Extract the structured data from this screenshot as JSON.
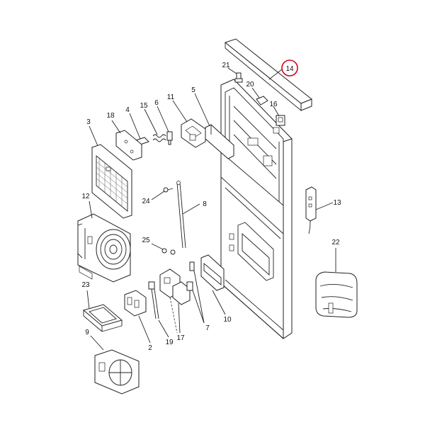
{
  "diagram": {
    "callouts": [
      {
        "id": "14",
        "label": "14",
        "highlighted": true
      },
      {
        "id": "21",
        "label": "21"
      },
      {
        "id": "20",
        "label": "20"
      },
      {
        "id": "16",
        "label": "16"
      },
      {
        "id": "5",
        "label": "5"
      },
      {
        "id": "11",
        "label": "11"
      },
      {
        "id": "6",
        "label": "6"
      },
      {
        "id": "15",
        "label": "15"
      },
      {
        "id": "4",
        "label": "4"
      },
      {
        "id": "18",
        "label": "18"
      },
      {
        "id": "3",
        "label": "3"
      },
      {
        "id": "24",
        "label": "24"
      },
      {
        "id": "8",
        "label": "8"
      },
      {
        "id": "13",
        "label": "13"
      },
      {
        "id": "12",
        "label": "12"
      },
      {
        "id": "25",
        "label": "25"
      },
      {
        "id": "22",
        "label": "22"
      },
      {
        "id": "23",
        "label": "23"
      },
      {
        "id": "7",
        "label": "7"
      },
      {
        "id": "10",
        "label": "10"
      },
      {
        "id": "17",
        "label": "17"
      },
      {
        "id": "19",
        "label": "19"
      },
      {
        "id": "2",
        "label": "2"
      },
      {
        "id": "9",
        "label": "9"
      }
    ],
    "highlight_color": "#d0021b",
    "line_color": "#222222"
  }
}
